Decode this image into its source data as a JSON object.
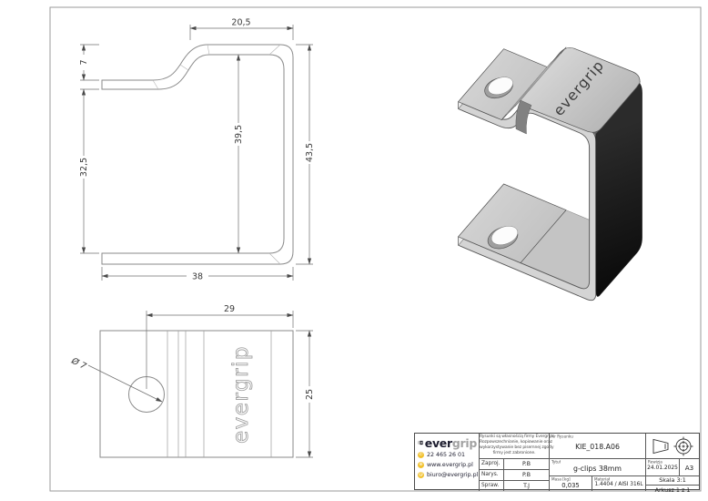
{
  "side_view": {
    "dim_top_width": "20,5",
    "dim_hook": "7",
    "dim_left": "32,5",
    "dim_inner": "39,5",
    "dim_total": "43,5",
    "dim_bottom": "38"
  },
  "bottom_view": {
    "dim_hole_offset": "29",
    "dim_depth": "25",
    "dim_hole": "Ø 7",
    "engraving": "evergrip"
  },
  "iso_view": {
    "engraving": "evergrip"
  },
  "title_block": {
    "brand_bold": "ever",
    "brand_light": "grip",
    "phone": "22 465 26 01",
    "website": "www.evergrip.pl",
    "email": "biuro@evergrip.pl",
    "disclaimer": [
      "Rysunki są własnością firmy Evergrip.",
      "Rozpowszechnianie, kopiowanie oraz",
      "wykorzystywanie bez pisemnej zgody",
      "firmy jest zabronione."
    ],
    "approvals": [
      {
        "label": "Zaproj.",
        "value": "P.B"
      },
      {
        "label": "Narys.",
        "value": "P.B"
      },
      {
        "label": "Spraw.",
        "value": "T.J"
      }
    ],
    "drawing_no_label": "Nr Rysunku",
    "drawing_no": "KIE_018.A06",
    "title_label": "Tytuł",
    "title": "g-clips 38mm",
    "mass_label": "Masa [kg]",
    "mass": "0,035",
    "material_label": "Materiał",
    "material": "1.4404 / AISI 316L",
    "revision_label": "Rewizja",
    "revision": "24.01.2025",
    "sheet_format": "A3",
    "scale": "Skala 3:1",
    "sheet": "Arkusz 1 z 1"
  },
  "colors": {
    "accent_yellow": "#f2c230",
    "line_gray": "#8a8a8a",
    "brand_dark": "#1c1c2e",
    "face_light": "#c9c9c9",
    "face_dark": "#141414"
  }
}
